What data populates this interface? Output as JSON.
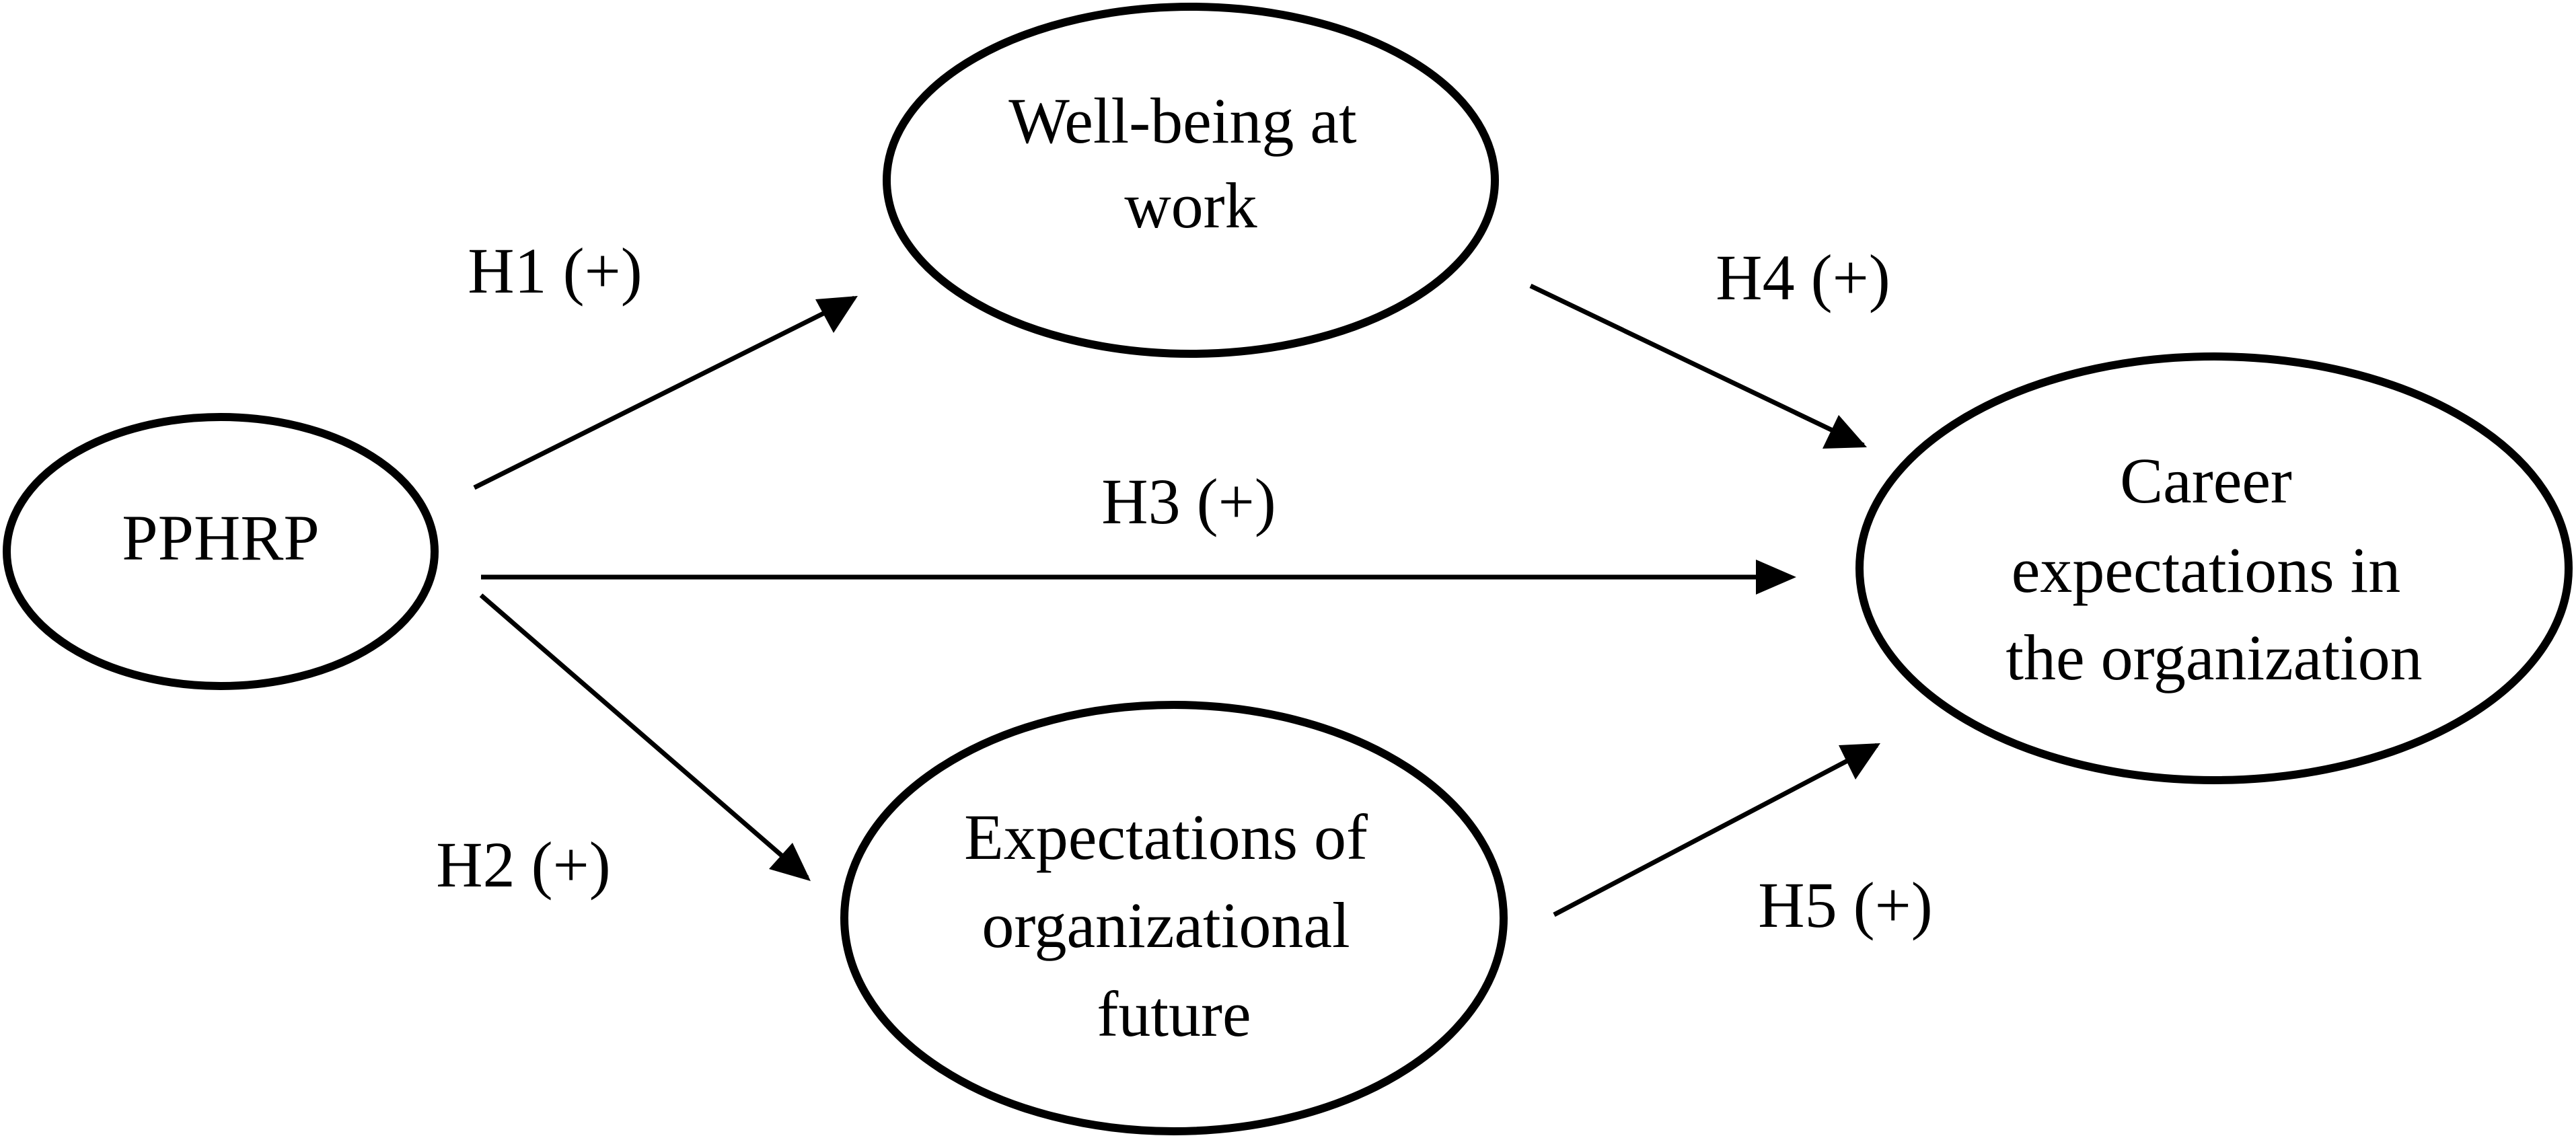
{
  "nodes": {
    "pphrp": {
      "lines": [
        "PPHRP"
      ]
    },
    "wellbeing": {
      "lines": [
        "Well-being at",
        "work"
      ]
    },
    "career": {
      "lines": [
        "Career",
        "expectations in",
        "the organization"
      ]
    },
    "future": {
      "lines": [
        "Expectations of",
        "organizational",
        "future"
      ]
    }
  },
  "edges": {
    "h1": {
      "label": "H1 (+)",
      "from": "pphrp",
      "to": "wellbeing"
    },
    "h2": {
      "label": "H2 (+)",
      "from": "pphrp",
      "to": "future"
    },
    "h3": {
      "label": "H3 (+)",
      "from": "pphrp",
      "to": "career"
    },
    "h4": {
      "label": "H4 (+)",
      "from": "wellbeing",
      "to": "career"
    },
    "h5": {
      "label": "H5 (+)",
      "from": "future",
      "to": "career"
    }
  }
}
